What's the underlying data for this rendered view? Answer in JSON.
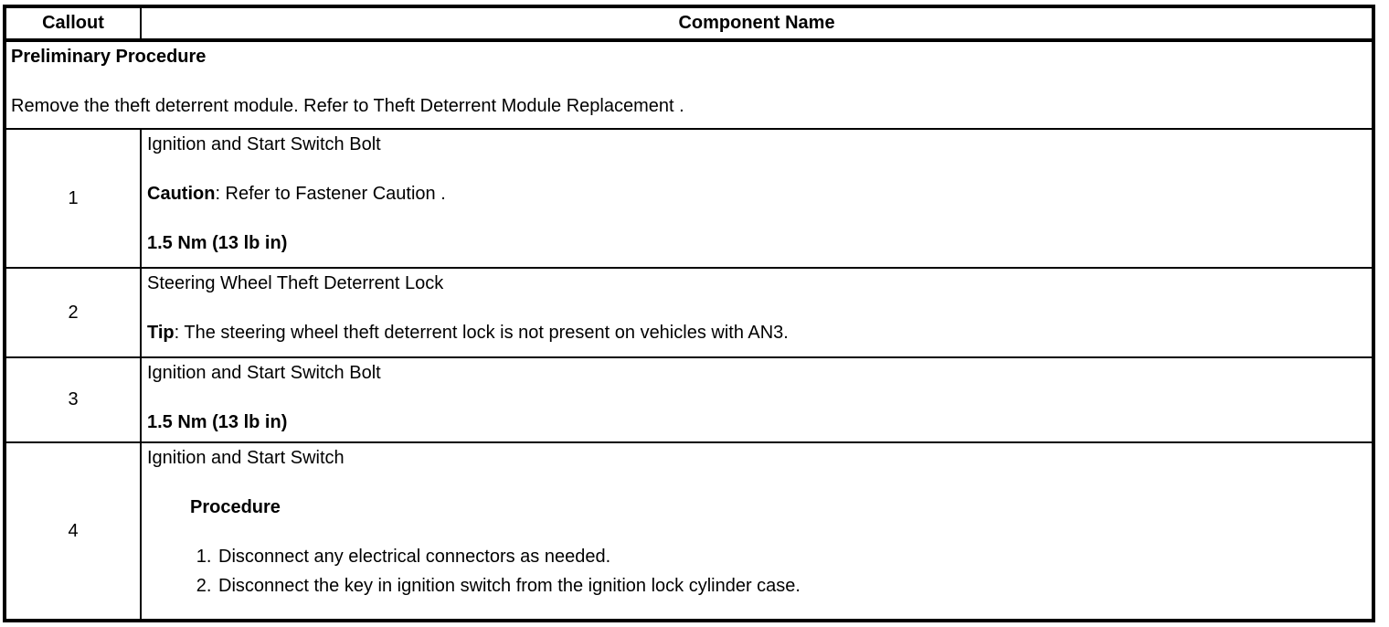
{
  "header": {
    "callout_col": "Callout",
    "component_col": "Component Name"
  },
  "preliminary": {
    "title": "Preliminary Procedure",
    "text_pre": "Remove the theft deterrent module. Refer to ",
    "link": "Theft Deterrent Module Replacement",
    "text_post": " ."
  },
  "rows": [
    {
      "callout": "1",
      "title": "Ignition and Start Switch Bolt",
      "note_label": "Caution",
      "note_pre": ": Refer to ",
      "note_link": "Fastener Caution",
      "note_post": " .",
      "torque": "1.5 Nm (13 lb in)"
    },
    {
      "callout": "2",
      "title": "Steering Wheel Theft Deterrent Lock",
      "note_label": "Tip",
      "note_text": ": The steering wheel theft deterrent lock is not present on vehicles with AN3."
    },
    {
      "callout": "3",
      "title": "Ignition and Start Switch Bolt",
      "torque": "1.5 Nm (13 lb in)"
    },
    {
      "callout": "4",
      "title": "Ignition and Start Switch",
      "procedure_heading": "Procedure",
      "steps": [
        "Disconnect any electrical connectors as needed.",
        "Disconnect the key in ignition switch from the ignition lock cylinder case."
      ]
    }
  ]
}
